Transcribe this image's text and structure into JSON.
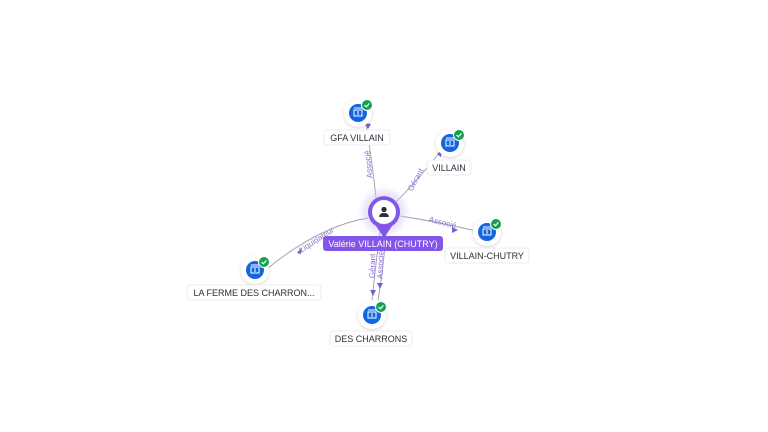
{
  "person": {
    "name": "Valérie VILLAIN (CHUTRY)",
    "icon": "person-icon",
    "color": "#8256e8"
  },
  "companies": [
    {
      "key": "gfa",
      "name": "GFA VILLAIN",
      "relation": [
        "Associé"
      ],
      "status": "verified-check-icon"
    },
    {
      "key": "villain",
      "name": "VILLAIN",
      "relation": [
        "Gérant"
      ],
      "status": "verified-check-icon"
    },
    {
      "key": "chutry",
      "name": "VILLAIN-CHUTRY",
      "relation": [
        "Associé"
      ],
      "status": "verified-check-icon"
    },
    {
      "key": "charrons",
      "name": "DES CHARRONS",
      "relation": [
        "Gérant",
        "Associé"
      ],
      "status": "verified-check-icon"
    },
    {
      "key": "ferme",
      "name": "LA FERME DES CHARRON...",
      "relation": [
        "Liquidateur"
      ],
      "status": "verified-check-icon"
    }
  ],
  "colors": {
    "company_icon": "#1565e0",
    "check_badge": "#12a150",
    "edge_label": "#8b6fd6"
  }
}
